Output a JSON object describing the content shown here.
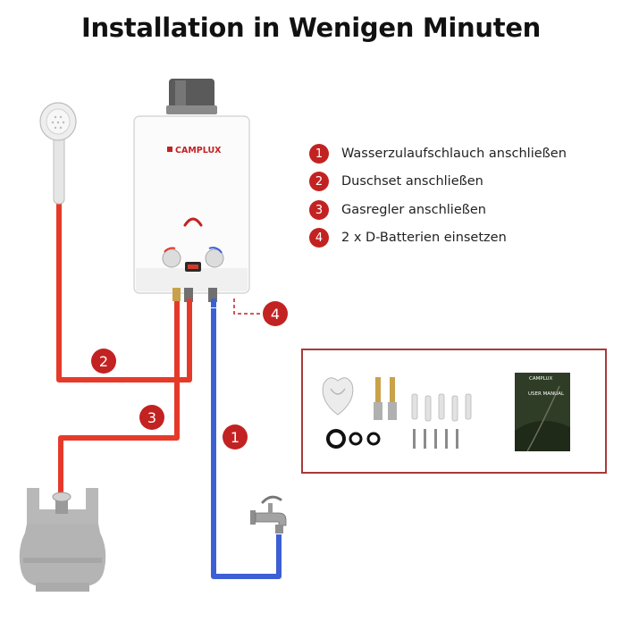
{
  "title": "Installation in Wenigen Minuten",
  "brand": "CAMPLUX",
  "steps": [
    {
      "number": "1",
      "label": "Wasserzulaufschlauch anschließen"
    },
    {
      "number": "2",
      "label": "Duschset anschließen"
    },
    {
      "number": "3",
      "label": "Gasregler anschließen"
    },
    {
      "number": "4",
      "label": "2 x D-Batterien einsetzen"
    }
  ],
  "markers": {
    "water": "1",
    "shower": "2",
    "gas": "3",
    "battery": "4"
  },
  "manual": {
    "brand": "CAMPLUX",
    "title": "USER MANUAL"
  },
  "colors": {
    "accent": "#c32222",
    "hot_pipe": "#e53a2a",
    "cold_pipe": "#3d5fd6",
    "box_border": "#a83a3a"
  },
  "icons": [
    "shower-head-icon",
    "gas-bottle-icon",
    "water-tap-icon",
    "water-heater-icon"
  ]
}
